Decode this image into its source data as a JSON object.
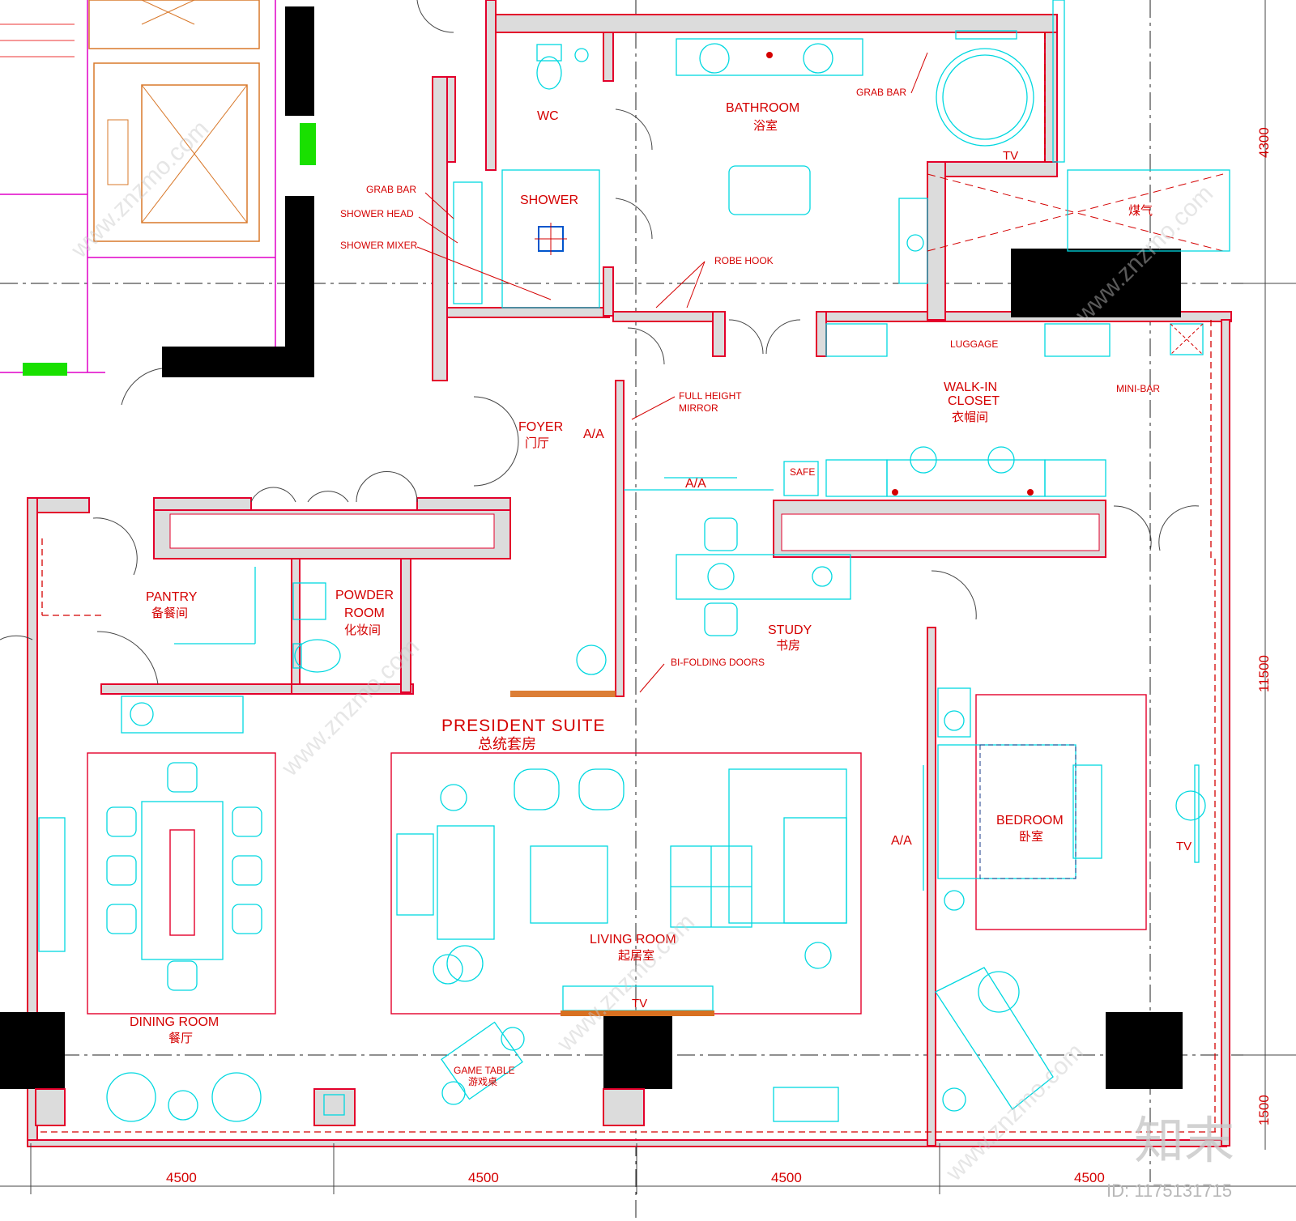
{
  "title": {
    "en": "PRESIDENT SUITE",
    "cn": "总统套房"
  },
  "rooms": {
    "wc": {
      "en": "WC"
    },
    "bathroom": {
      "en": "BATHROOM",
      "cn": "浴室"
    },
    "shower": {
      "en": "SHOWER"
    },
    "gas": {
      "cn": "煤气"
    },
    "foyer": {
      "en": "FOYER",
      "cn": "门厅"
    },
    "walkin": {
      "en1": "WALK-IN",
      "en2": "CLOSET",
      "cn": "衣帽间"
    },
    "pantry": {
      "en": "PANTRY",
      "cn": "备餐间"
    },
    "powder": {
      "en1": "POWDER",
      "en2": "ROOM",
      "cn": "化妆间"
    },
    "study": {
      "en": "STUDY",
      "cn": "书房"
    },
    "living": {
      "en": "LIVING ROOM",
      "cn": "起居室"
    },
    "dining": {
      "en": "DINING ROOM",
      "cn": "餐厅"
    },
    "bedroom": {
      "en": "BEDROOM",
      "cn": "卧室"
    },
    "game": {
      "en": "GAME TABLE",
      "cn": "游戏桌"
    }
  },
  "annotations": {
    "grab_bar_1": "GRAB BAR",
    "grab_bar_2": "GRAB BAR",
    "shower_head": "SHOWER HEAD",
    "shower_mixer": "SHOWER MIXER",
    "robe_hook": "ROBE HOOK",
    "full_height_mirror_1": "FULL HEIGHT",
    "full_height_mirror_2": "MIRROR",
    "luggage": "LUGGAGE",
    "mini_bar": "MINI-BAR",
    "safe": "SAFE",
    "bi_folding": "BI-FOLDING DOORS",
    "tv_bath": "TV",
    "tv_living": "TV",
    "tv_bedroom": "TV",
    "aa_foyer": "A/A",
    "aa_study": "A/A",
    "aa_bedroom": "A/A"
  },
  "dimensions": {
    "bottom": [
      "4500",
      "4500",
      "4500",
      "4500"
    ],
    "right": [
      "4300",
      "11500",
      "1500"
    ]
  },
  "watermark": {
    "brand": "知末",
    "id": "ID: 1175131715",
    "site": "www.znzmo.com"
  }
}
